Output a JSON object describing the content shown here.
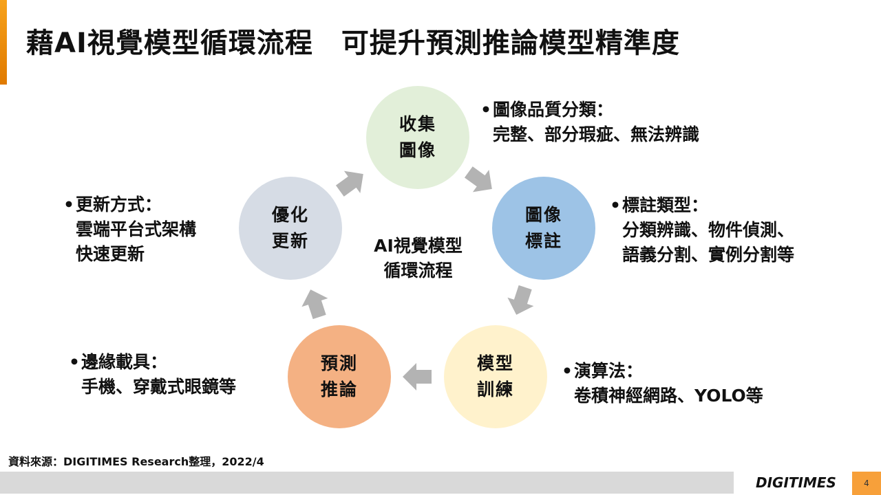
{
  "title": "藉AI視覺模型循環流程　可提升預測推論模型精準度",
  "center_label": [
    "AI視覺模型",
    "循環流程"
  ],
  "steps": [
    {
      "line1": "收集",
      "line2": "圖像",
      "color": "#e2efd9"
    },
    {
      "line1": "圖像",
      "line2": "標註",
      "color": "#9dc3e6"
    },
    {
      "line1": "模型",
      "line2": "訓練",
      "color": "#fff2cc"
    },
    {
      "line1": "預測",
      "line2": "推論",
      "color": "#f4b183"
    },
    {
      "line1": "優化",
      "line2": "更新",
      "color": "#d6dce5"
    }
  ],
  "notes": {
    "collect": {
      "head": "圖像品質分類：",
      "lines": [
        "完整、部分瑕疵、無法辨識"
      ]
    },
    "label": {
      "head": "標註類型：",
      "lines": [
        "分類辨識、物件偵測、",
        "語義分割、實例分割等"
      ]
    },
    "train": {
      "head": "演算法：",
      "lines": [
        "卷積神經網路、YOLO等"
      ]
    },
    "infer": {
      "head": "邊緣載具：",
      "lines": [
        "手機、穿戴式眼鏡等"
      ]
    },
    "update": {
      "head": "更新方式：",
      "lines": [
        "雲端平台式架構",
        "快速更新"
      ]
    }
  },
  "source": "資料來源：DIGITIMES Research整理，2022/4",
  "logo": "DIGITIMES",
  "page_number": "4",
  "colors": {
    "accent": "#f7a21b",
    "arrow": "#b3b3b3",
    "footer": "#d9d9d9"
  }
}
